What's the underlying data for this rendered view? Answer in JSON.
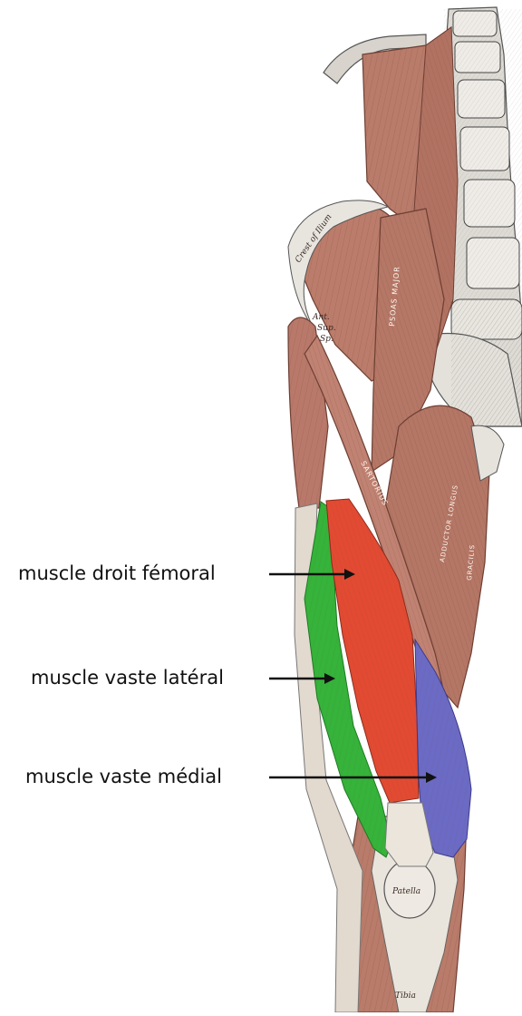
{
  "labels": {
    "rectus_femoris": "muscle droit fémoral",
    "vastus_lateralis": "muscle vaste latéral",
    "vastus_medialis": "muscle vaste médial"
  },
  "colors": {
    "rectus_femoris_highlight": "#e24a32",
    "vastus_lateralis_highlight": "#35b33a",
    "vastus_medialis_highlight": "#6b6ac4",
    "muscle": "#b97b6a",
    "muscle_dark": "#8a5446",
    "bone": "#e6e2dc",
    "tendon": "#ece6dc",
    "label_text": "#111111"
  }
}
